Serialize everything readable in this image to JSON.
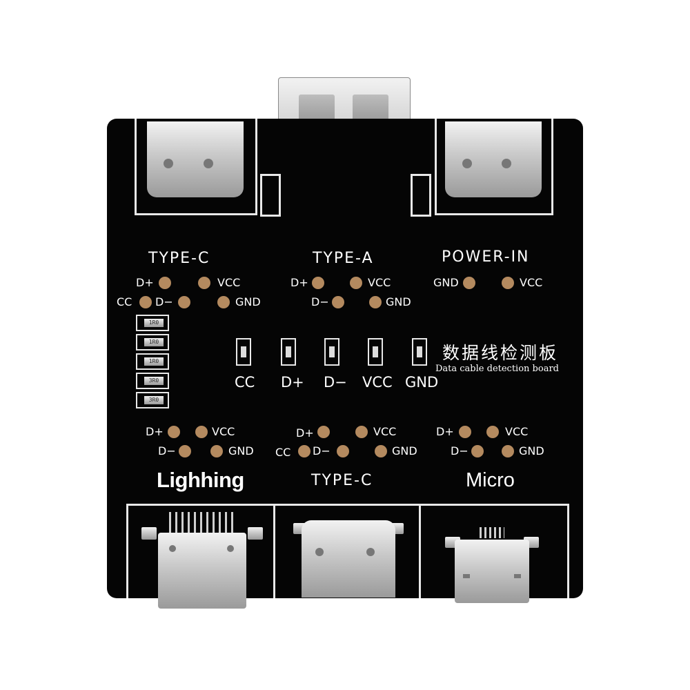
{
  "board": {
    "title_cn": "数据线检测板",
    "title_en": "Data cable detection board",
    "top_labels": {
      "typec": "TYPE-C",
      "typea": "TYPE-A",
      "power": "POWER-IN"
    },
    "bottom_labels": {
      "lightning": "Lighhing",
      "typec": "TYPE-C",
      "micro": "Micro"
    },
    "led_labels": [
      "CC",
      "D+",
      "D−",
      "VCC",
      "GND"
    ],
    "resistor_marks": [
      "1R0",
      "1R0",
      "1R0",
      "3R0",
      "3R0"
    ],
    "pins": {
      "typec_top": {
        "dplus": "D+",
        "vcc": "VCC",
        "cc": "CC",
        "dminus": "D−",
        "gnd": "GND"
      },
      "typea_top": {
        "dplus": "D+",
        "vcc": "VCC",
        "dminus": "D−",
        "gnd": "GND"
      },
      "power_top": {
        "gnd": "GND",
        "vcc": "VCC"
      },
      "lightning_bottom": {
        "dplus": "D+",
        "vcc": "VCC",
        "dminus": "D−",
        "gnd": "GND"
      },
      "typec_bottom": {
        "dplus": "D+",
        "vcc": "VCC",
        "cc": "CC",
        "dminus": "D−",
        "gnd": "GND"
      },
      "micro_bottom": {
        "dplus": "D+",
        "vcc": "VCC",
        "dminus": "D−",
        "gnd": "GND"
      }
    }
  },
  "colors": {
    "pcb": "#050505",
    "pad": "#b48a5f",
    "silkscreen": "#ffffff"
  },
  "icons": [
    "usb-type-c-port",
    "usb-type-a-port",
    "lightning-port",
    "micro-usb-port",
    "led",
    "smd-resistor"
  ]
}
